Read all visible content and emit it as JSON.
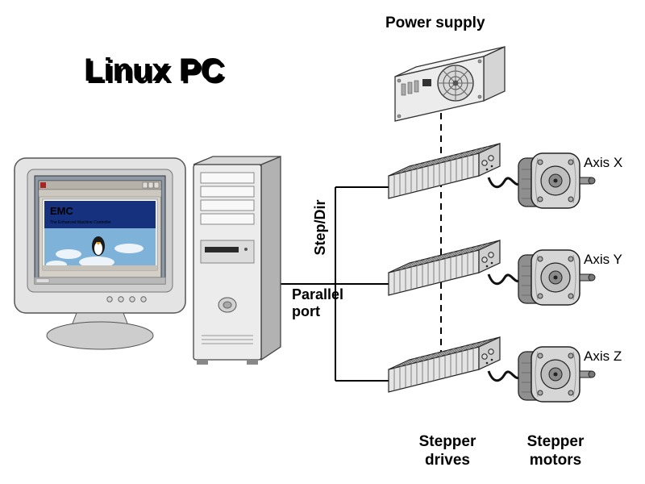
{
  "title": "Linux PC",
  "labels": {
    "power_supply": "Power supply",
    "step_dir": "Step/Dir",
    "parallel_line1": "Parallel",
    "parallel_line2": "port",
    "axis": [
      "Axis X",
      "Axis Y",
      "Axis Z"
    ],
    "drives_line1": "Stepper",
    "drives_line2": "drives",
    "motors_line1": "Stepper",
    "motors_line2": "motors"
  },
  "screen": {
    "emc_title": "EMC",
    "emc_subtitle": "The Enhanced Machine Controller"
  },
  "colors": {
    "title": "#2222cc",
    "title_shadow": "#9aa0b4",
    "emc_banner": "#16327e",
    "sky": "#7fb2d9"
  }
}
